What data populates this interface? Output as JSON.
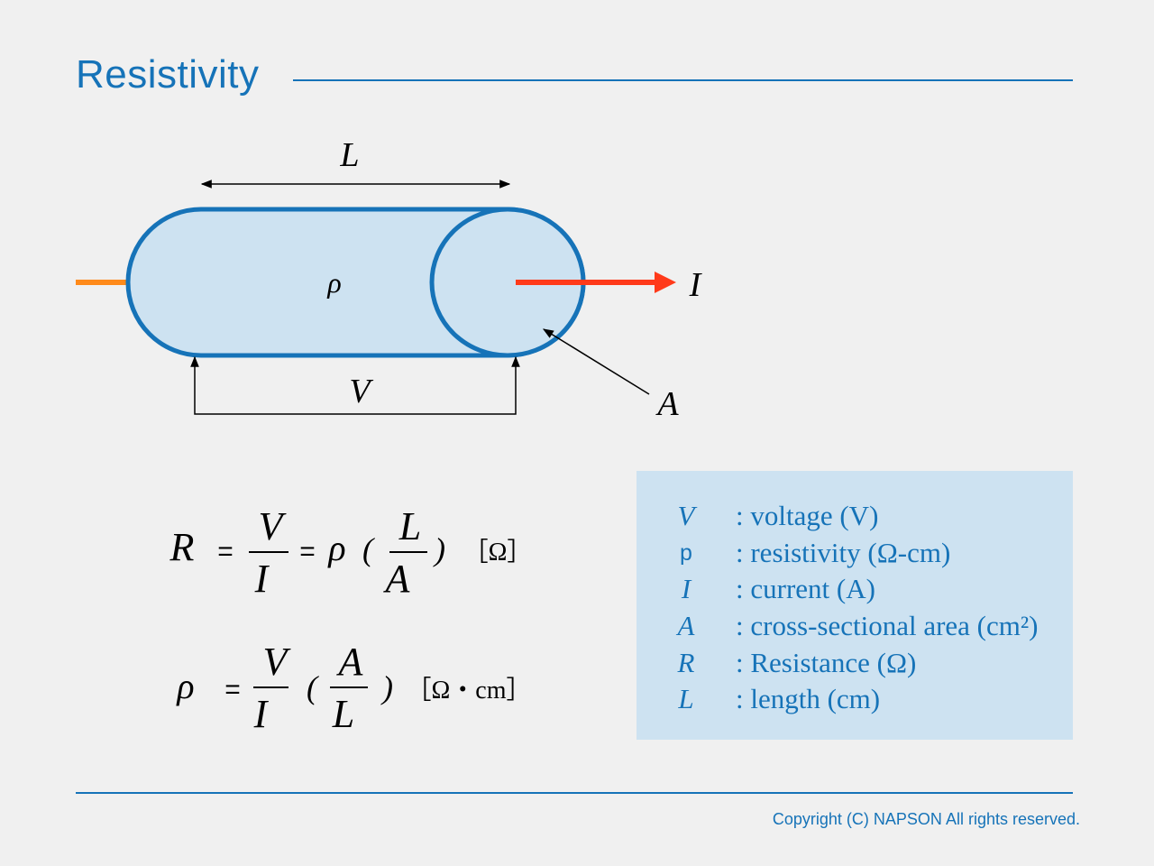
{
  "title": "Resistivity",
  "footer": "Copyright (C) NAPSON All rights reserved.",
  "diagram": {
    "label_length": "L",
    "label_rho": "ρ",
    "label_current": "I",
    "label_voltage": "V",
    "label_area": "A"
  },
  "formula1": {
    "lhs": "R",
    "eq1": "=",
    "num1": "V",
    "den1": "I",
    "eq2": "=",
    "rho": "ρ",
    "lparen": "(",
    "num2": "L",
    "den2": "A",
    "rparen": ")",
    "unit": "［Ω］"
  },
  "formula2": {
    "lhs": "ρ",
    "eq1": "=",
    "num1": "V",
    "den1": "I",
    "lparen": "(",
    "num2": "A",
    "den2": "L",
    "rparen": ")",
    "unit": "［Ω・cm］"
  },
  "legend": [
    {
      "symbol": "V",
      "desc": ": voltage  (V)"
    },
    {
      "symbol": "p",
      "desc": ": resistivity  (Ω-cm)"
    },
    {
      "symbol": "I",
      "desc": ": current  (A)"
    },
    {
      "symbol": "A",
      "desc": ": cross-sectional area (cm²)"
    },
    {
      "symbol": "R",
      "desc": ": Resistance  (Ω)"
    },
    {
      "symbol": "L",
      "desc": ": length (cm)"
    }
  ],
  "colors": {
    "accent": "#1673b8",
    "fill": "#cde2f1",
    "current_arrow": "#ff3a1a",
    "lead_wire": "#ff8a1a"
  }
}
